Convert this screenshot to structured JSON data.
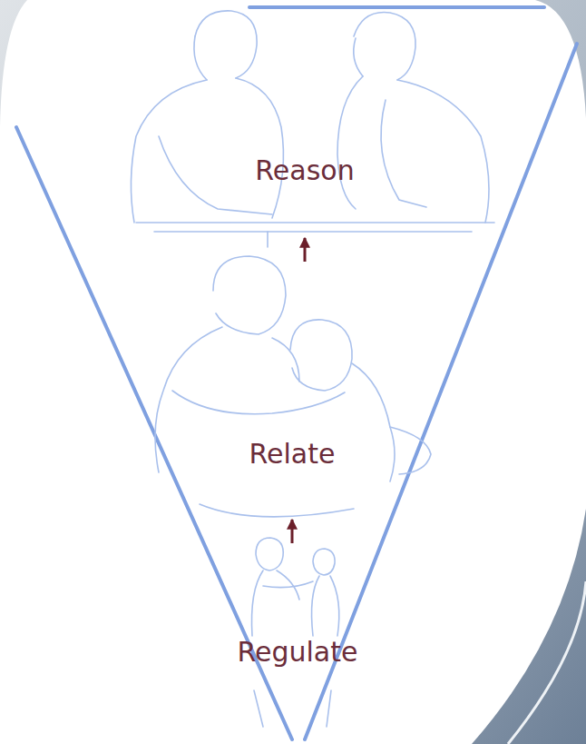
{
  "diagram": {
    "nodes": [
      {
        "text": [
          "Reason"
        ]
      },
      {
        "text": [
          "Relate"
        ]
      },
      {
        "text": [
          "Regulate"
        ]
      }
    ],
    "edges": [
      {
        "from": 1,
        "to": 0,
        "arrow": "to"
      },
      {
        "from": 2,
        "to": 1,
        "arrow": "to"
      }
    ]
  }
}
